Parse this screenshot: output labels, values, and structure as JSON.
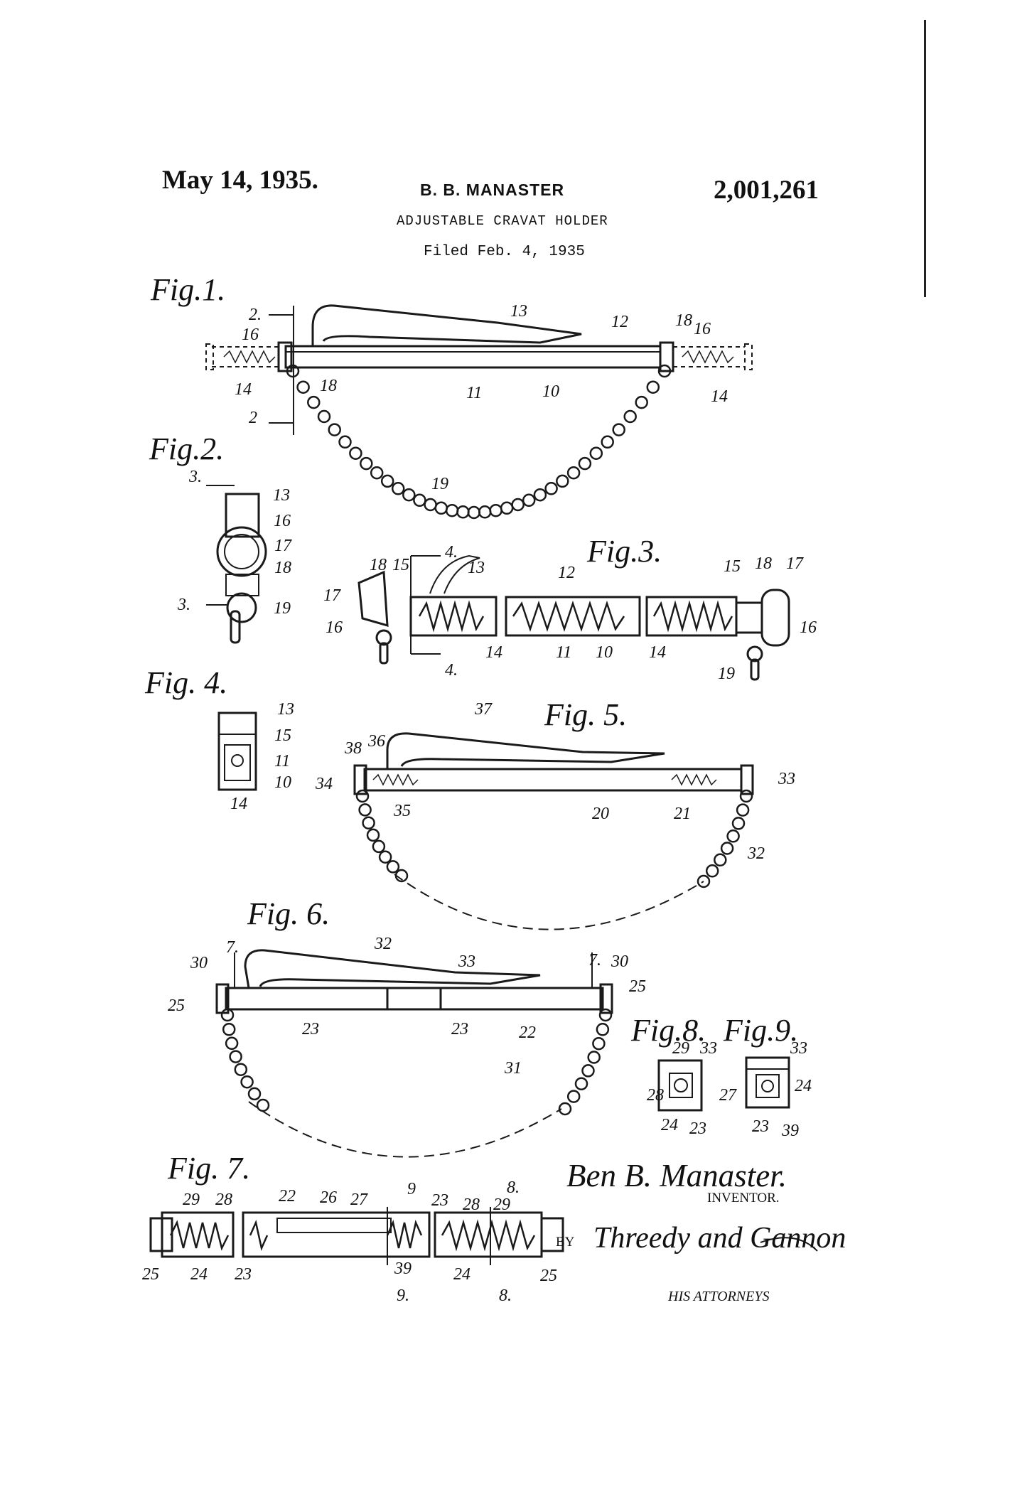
{
  "header": {
    "date": "May 14, 1935.",
    "inventor_name": "B. B. MANASTER",
    "patent_number": "2,001,261",
    "title": "ADJUSTABLE CRAVAT HOLDER",
    "filed": "Filed Feb. 4, 1935"
  },
  "figures": {
    "fig1": {
      "label": "Fig.1.",
      "refs": [
        "2.",
        "2",
        "16",
        "16",
        "14",
        "14",
        "18",
        "18",
        "13",
        "12",
        "11",
        "10",
        "19"
      ]
    },
    "fig2": {
      "label": "Fig.2.",
      "refs": [
        "3.",
        "3.",
        "13",
        "16",
        "17",
        "18",
        "19"
      ]
    },
    "fig3": {
      "label": "Fig.3.",
      "refs": [
        "4.",
        "4.",
        "18",
        "15",
        "13",
        "12",
        "15",
        "18",
        "17",
        "16",
        "17",
        "16",
        "14",
        "11",
        "10",
        "14",
        "19"
      ]
    },
    "fig4": {
      "label": "Fig. 4.",
      "refs": [
        "13",
        "15",
        "11",
        "10",
        "14"
      ]
    },
    "fig5": {
      "label": "Fig. 5.",
      "refs": [
        "37",
        "38",
        "36",
        "34",
        "35",
        "20",
        "21",
        "33",
        "32"
      ]
    },
    "fig6": {
      "label": "Fig. 6.",
      "refs": [
        "30",
        "7.",
        "32",
        "33",
        "7.",
        "30",
        "25",
        "25",
        "23",
        "23",
        "22",
        "31"
      ]
    },
    "fig7": {
      "label": "Fig. 7.",
      "refs": [
        "29",
        "28",
        "22",
        "26",
        "27",
        "9",
        "23",
        "28",
        "29",
        "8.",
        "25",
        "24",
        "23",
        "39",
        "9.",
        "24",
        "8.",
        "25"
      ]
    },
    "fig8": {
      "label": "Fig.8.",
      "refs": [
        "29",
        "33",
        "28",
        "24",
        "23"
      ]
    },
    "fig9": {
      "label": "Fig.9.",
      "refs": [
        "33",
        "27",
        "24",
        "23",
        "39"
      ]
    }
  },
  "signatures": {
    "inventor_signature": "Ben B. Manaster.",
    "inventor_label": "INVENTOR.",
    "by": "BY",
    "attorneys_signature": "Threedy and Gannon",
    "attorneys_label": "HIS ATTORNEYS"
  }
}
